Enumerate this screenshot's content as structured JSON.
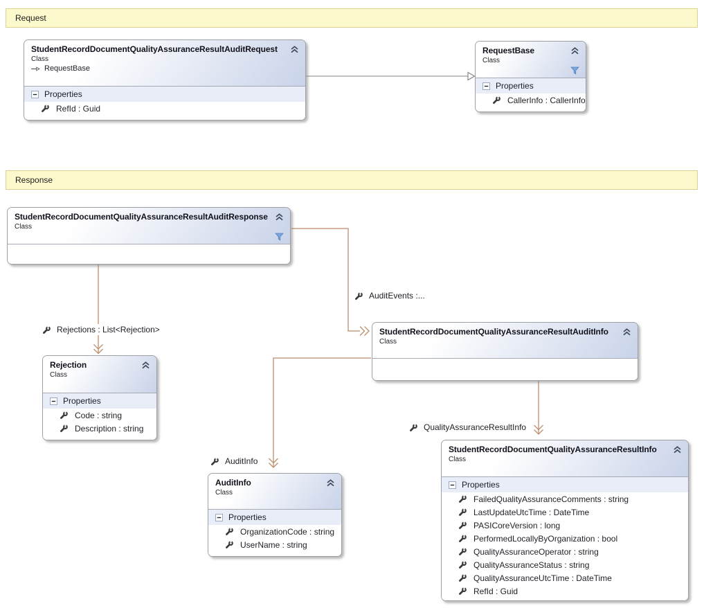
{
  "bands": {
    "request": "Request",
    "response": "Response"
  },
  "boxes": {
    "request": {
      "title": "StudentRecordDocumentQualityAssuranceResultAuditRequest",
      "kind": "Class",
      "inherits": "RequestBase",
      "section": "Properties",
      "members": [
        "RefId : Guid"
      ]
    },
    "requestBase": {
      "title": "RequestBase",
      "kind": "Class",
      "section": "Properties",
      "members": [
        "CallerInfo : CallerInfo"
      ]
    },
    "response": {
      "title": "StudentRecordDocumentQualityAssuranceResultAuditResponse",
      "kind": "Class"
    },
    "rejection": {
      "title": "Rejection",
      "kind": "Class",
      "section": "Properties",
      "members": [
        "Code : string",
        "Description : string"
      ]
    },
    "auditInfoDetail": {
      "title": "StudentRecordDocumentQualityAssuranceResultAuditInfo",
      "kind": "Class"
    },
    "auditInfo": {
      "title": "AuditInfo",
      "kind": "Class",
      "section": "Properties",
      "members": [
        "OrganizationCode : string",
        "UserName : string"
      ]
    },
    "resultInfo": {
      "title": "StudentRecordDocumentQualityAssuranceResultInfo",
      "kind": "Class",
      "section": "Properties",
      "members": [
        "FailedQualityAssuranceComments : string",
        "LastUpdateUtcTime : DateTime",
        "PASICoreVersion : long",
        "PerformedLocallyByOrganization : bool",
        "QualityAssuranceOperator : string",
        "QualityAssuranceStatus : string",
        "QualityAssuranceUtcTime : DateTime",
        "RefId : Guid"
      ]
    }
  },
  "connectors": {
    "rejections": {
      "label": "Rejections : List<Rejection>"
    },
    "auditEvents": {
      "label": "AuditEvents :..."
    },
    "auditInfo": {
      "label": "AuditInfo"
    },
    "qualityAssuranceResultInfo": {
      "label": "QualityAssuranceResultInfo"
    }
  },
  "icons": {
    "collapse": "chevron-double-up",
    "filter": "funnel",
    "property": "wrench",
    "section_toggle": "minus-box",
    "inheritance": "hollow-arrow-right"
  },
  "colors": {
    "association_connector": "#BE8D6B",
    "inheritance_connector": "#808080",
    "band_background": "#FCF9CD",
    "band_border": "#DCD391",
    "header_gradient_end": "#C9D3E9",
    "section_background": "#E8EDF8",
    "box_border": "#9CA1A9",
    "filter_icon": "#7FA7DC"
  }
}
